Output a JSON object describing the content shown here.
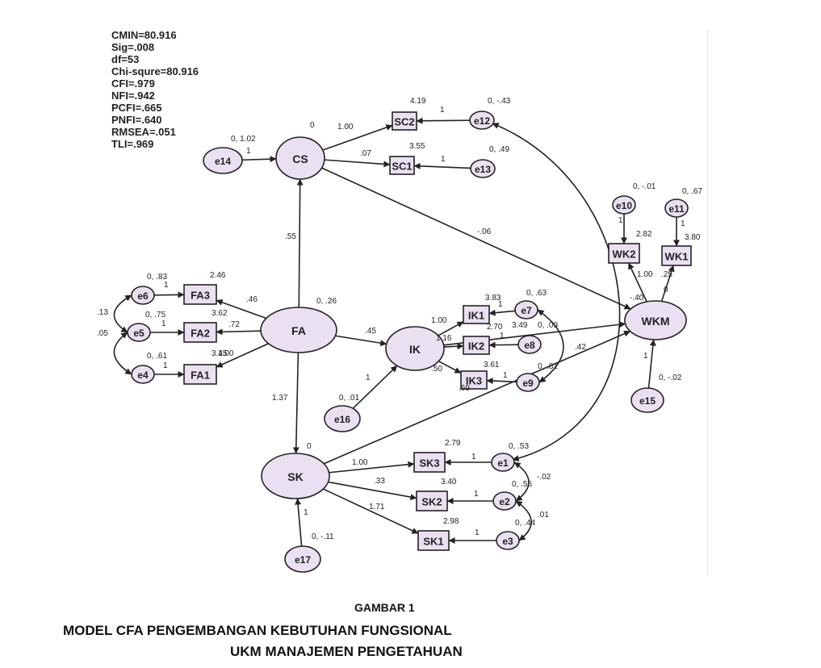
{
  "fit_indices": [
    "CMIN=80.916",
    "Sig=.008",
    "df=53",
    "Chi-squre=80.916",
    "CFI=.979",
    "NFI=.942",
    "PCFI=.665",
    "PNFI=.640",
    "RMSEA=.051",
    "TLI=.969"
  ],
  "nodes": {
    "CS": {
      "kind": "latent",
      "label": "CS"
    },
    "FA": {
      "kind": "latent",
      "label": "FA"
    },
    "IK": {
      "kind": "latent",
      "label": "IK"
    },
    "SK": {
      "kind": "latent",
      "label": "SK"
    },
    "WKM": {
      "kind": "latent",
      "label": "WKM"
    },
    "SC2": {
      "kind": "observed",
      "label": "SC2"
    },
    "SC1": {
      "kind": "observed",
      "label": "SC1"
    },
    "FA3": {
      "kind": "observed",
      "label": "FA3"
    },
    "FA2": {
      "kind": "observed",
      "label": "FA2"
    },
    "FA1": {
      "kind": "observed",
      "label": "FA1"
    },
    "IK1": {
      "kind": "observed",
      "label": "IK1"
    },
    "IK2": {
      "kind": "observed",
      "label": "IK2"
    },
    "IK3": {
      "kind": "observed",
      "label": "IK3"
    },
    "SK3": {
      "kind": "observed",
      "label": "SK3"
    },
    "SK2": {
      "kind": "observed",
      "label": "SK2"
    },
    "SK1": {
      "kind": "observed",
      "label": "SK1"
    },
    "WK2": {
      "kind": "observed",
      "label": "WK2"
    },
    "WK1": {
      "kind": "observed",
      "label": "WK1"
    },
    "e1": {
      "kind": "error",
      "label": "e1"
    },
    "e2": {
      "kind": "error",
      "label": "e2"
    },
    "e3": {
      "kind": "error",
      "label": "e3"
    },
    "e4": {
      "kind": "error",
      "label": "e4"
    },
    "e5": {
      "kind": "error",
      "label": "e5"
    },
    "e6": {
      "kind": "error",
      "label": "e6"
    },
    "e7": {
      "kind": "error",
      "label": "e7"
    },
    "e8": {
      "kind": "error",
      "label": "e8"
    },
    "e9": {
      "kind": "error",
      "label": "e9"
    },
    "e10": {
      "kind": "error",
      "label": "e10"
    },
    "e11": {
      "kind": "error",
      "label": "e11"
    },
    "e12": {
      "kind": "error",
      "label": "e12"
    },
    "e13": {
      "kind": "error",
      "label": "e13"
    },
    "e14": {
      "kind": "error",
      "label": "e14"
    },
    "e15": {
      "kind": "error",
      "label": "e15"
    },
    "e16": {
      "kind": "error",
      "label": "e16"
    },
    "e17": {
      "kind": "error",
      "label": "e17"
    }
  },
  "edges": [
    {
      "from": "CS",
      "to": "SC2",
      "label": "1.00"
    },
    {
      "from": "CS",
      "to": "SC1",
      "label": ".07"
    },
    {
      "from": "e12",
      "to": "SC2",
      "label": "1"
    },
    {
      "from": "e13",
      "to": "SC1",
      "label": "1"
    },
    {
      "from": "e14",
      "to": "CS",
      "label": "1"
    },
    {
      "from": "FA",
      "to": "CS",
      "label": ".55"
    },
    {
      "from": "CS",
      "to": "WKM",
      "label": "-.06"
    },
    {
      "from": "FA",
      "to": "FA3",
      "label": ".46"
    },
    {
      "from": "FA",
      "to": "FA2",
      "label": ".72"
    },
    {
      "from": "FA",
      "to": "FA1",
      "label": "1.00"
    },
    {
      "from": "e6",
      "to": "FA3",
      "label": "1"
    },
    {
      "from": "e5",
      "to": "FA2",
      "label": "1"
    },
    {
      "from": "e4",
      "to": "FA1",
      "label": "1"
    },
    {
      "from": "FA",
      "to": "IK",
      "label": ".45"
    },
    {
      "from": "FA",
      "to": "SK",
      "label": "1.37"
    },
    {
      "from": "IK",
      "to": "IK1",
      "label": "1.00"
    },
    {
      "from": "IK",
      "to": "IK2",
      "label": "1.16"
    },
    {
      "from": "IK",
      "to": "IK3",
      "label": ".50"
    },
    {
      "from": "e7",
      "to": "IK1",
      "label": "1"
    },
    {
      "from": "e8",
      "to": "IK2",
      "label": "1"
    },
    {
      "from": "e9",
      "to": "IK3",
      "label": "1"
    },
    {
      "from": "e16",
      "to": "IK",
      "label": "1"
    },
    {
      "from": "IK",
      "to": "WKM",
      "label": ""
    },
    {
      "from": "SK",
      "to": "SK3",
      "label": "1.00"
    },
    {
      "from": "SK",
      "to": "SK2",
      "label": ".33"
    },
    {
      "from": "SK",
      "to": "SK1",
      "label": "1.71"
    },
    {
      "from": "e1",
      "to": "SK3",
      "label": "1"
    },
    {
      "from": "e2",
      "to": "SK2",
      "label": "1"
    },
    {
      "from": "e3",
      "to": "SK1",
      "label": "1"
    },
    {
      "from": "e17",
      "to": "SK",
      "label": "1"
    },
    {
      "from": "SK",
      "to": "WKM",
      "label": ".42"
    },
    {
      "from": "WKM",
      "to": "WK2",
      "label": "1.00"
    },
    {
      "from": "WKM",
      "to": "WK1",
      "label": ".25"
    },
    {
      "from": "e10",
      "to": "WK2",
      "label": "1"
    },
    {
      "from": "e11",
      "to": "WK1",
      "label": "1"
    },
    {
      "from": "e15",
      "to": "WKM",
      "label": "1"
    }
  ],
  "covariances": [
    {
      "a": "e6",
      "b": "e5",
      "label": ".13"
    },
    {
      "a": "e5",
      "b": "e4",
      "label": ".05"
    },
    {
      "a": "e1",
      "b": "e2",
      "label": "-.02"
    },
    {
      "a": "e2",
      "b": "e3",
      "label": ".01"
    },
    {
      "a": "e7",
      "b": "e9",
      "label": ""
    },
    {
      "a": "e12",
      "b": "e1",
      "label": ""
    }
  ],
  "params": [
    "0, 1.02",
    "0",
    "4.19",
    "0, -.43",
    "3.55",
    "0, .49",
    "0, -.01",
    "0, .67",
    "2.82",
    "3.80",
    "0",
    "0, .83",
    "2.46",
    "0, .75",
    "3.62",
    "0, .61",
    "3.45",
    "0, .26",
    "3.83",
    "0, .63",
    "2.70",
    "3.49",
    "0, .09",
    "3.61",
    "0, .81",
    ".69",
    "-.40",
    "0, .01",
    "0, -.02",
    "0",
    "2.79",
    "0, .53",
    "3.40",
    "0, .56",
    "2.98",
    "0, .44",
    "0, -.11"
  ],
  "caption": {
    "figure": "GAMBAR 1",
    "line1": "MODEL CFA PENGEMBANGAN KEBUTUHAN FUNGSIONAL",
    "line2": "UKM MANAJEMEN PENGETAHUAN"
  }
}
